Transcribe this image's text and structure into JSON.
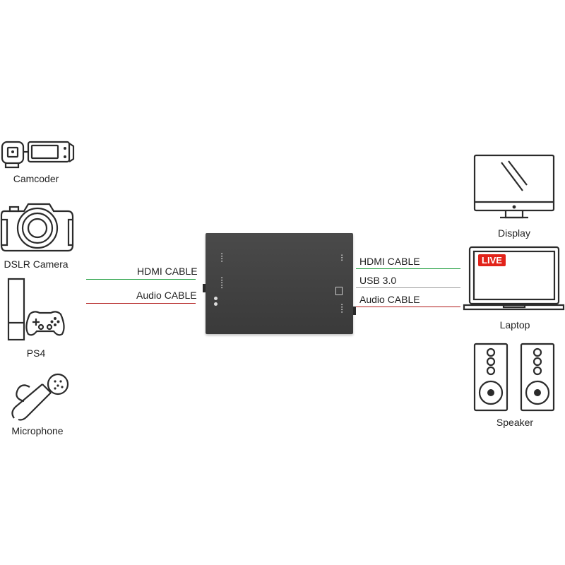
{
  "inputs": {
    "camcoder": "Camcoder",
    "dslr": "DSLR Camera",
    "ps4": "PS4",
    "microphone": "Microphone"
  },
  "left_cables": {
    "hdmi": "HDMI CABLE",
    "audio": "Audio CABLE"
  },
  "right_cables": {
    "hdmi": "HDMI CABLE",
    "usb": "USB 3.0",
    "audio": "Audio CABLE"
  },
  "outputs": {
    "display": "Display",
    "laptop": "Laptop",
    "live_badge": "LIVE",
    "speaker": "Speaker"
  },
  "colors": {
    "hdmi_line": "#1e9e3e",
    "audio_line": "#b01818",
    "usb_line": "#9a9a9a",
    "icon_stroke": "#2b2b2b",
    "device_body": "#3f3f3f",
    "live_badge": "#e2231a"
  }
}
